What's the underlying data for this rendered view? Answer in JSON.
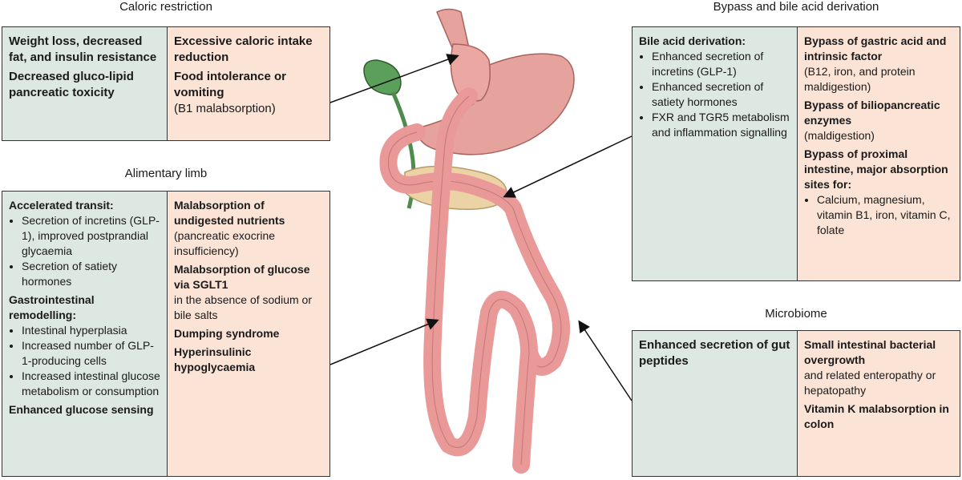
{
  "sections": {
    "caloric": {
      "title": "Caloric restriction",
      "left": [
        "Weight loss, decreased fat, and insulin resistance",
        "Decreased gluco-lipid pancreatic toxicity"
      ],
      "right_h1": "Excessive caloric intake reduction",
      "right_h2": "Food intolerance or vomiting",
      "right_t2": "(B1 malabsorption)"
    },
    "bypass": {
      "title": "Bypass and bile acid derivation",
      "left_h": "Bile acid derivation:",
      "left_items": [
        "Enhanced secretion of incretins (GLP-1)",
        "Enhanced secretion of satiety hormones",
        "FXR and TGR5 metabolism and inflammation signalling"
      ],
      "r_h1": "Bypass of gastric acid and intrinsic factor",
      "r_t1": "(B12, iron, and protein maldigestion)",
      "r_h2": "Bypass of biliopancreatic enzymes",
      "r_t2": "(maldigestion)",
      "r_h3": "Bypass of proximal intestine, major absorption sites for:",
      "r_items": [
        "Calcium, magnesium, vitamin B1, iron, vitamin C, folate"
      ]
    },
    "alimentary": {
      "title": "Alimentary limb",
      "l_h1": "Accelerated transit:",
      "l_items1": [
        "Secretion of incretins (GLP-1), improved postprandial glycaemia",
        "Secretion of satiety hormones"
      ],
      "l_h2": "Gastrointestinal remodelling:",
      "l_items2": [
        "Intestinal hyperplasia",
        "Increased number of GLP-1-producing cells",
        "Increased intestinal glucose metabolism or consumption"
      ],
      "l_h3": "Enhanced glucose sensing",
      "r_h1": "Malabsorption of undigested nutrients",
      "r_t1": "(pancreatic exocrine insufficiency)",
      "r_h2": "Malabsorption of glucose via SGLT1",
      "r_t2": "in the absence of sodium or bile salts",
      "r_h3": "Dumping syndrome",
      "r_h4": "Hyperinsulinic hypoglycaemia"
    },
    "microbiome": {
      "title": "Microbiome",
      "left_h": "Enhanced secretion of gut peptides",
      "r_h1": "Small intestinal bacterial overgrowth",
      "r_t1": "and related enteropathy or hepatopathy",
      "r_h2": "Vitamin K malabsorption in colon"
    }
  },
  "colors": {
    "green_panel": "#dde8e3",
    "peach_panel": "#fbe3d6",
    "intestine": "#e99a98",
    "stomach": "#e6a29c",
    "gallbladder": "#5c9f5a",
    "pancreas": "#ecd3a6"
  }
}
